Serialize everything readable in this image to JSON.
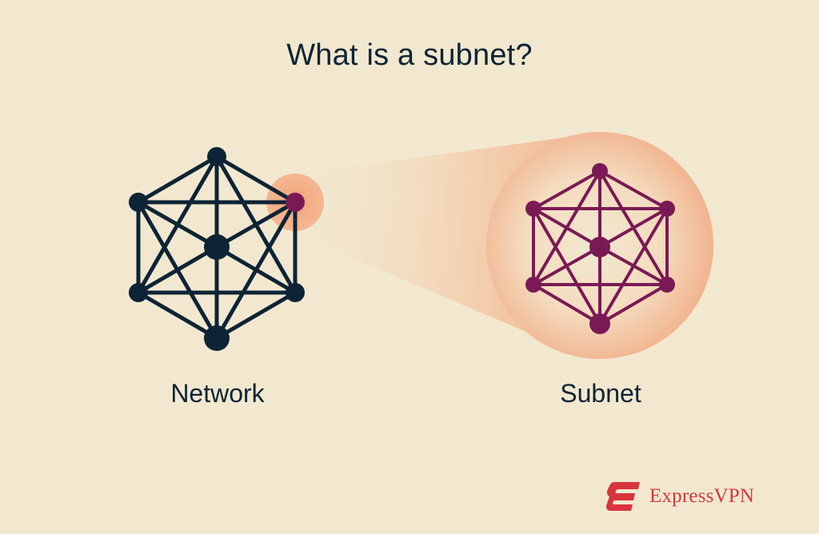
{
  "title": "What is a subnet?",
  "labels": {
    "network": "Network",
    "subnet": "Subnet"
  },
  "brand": {
    "name": "ExpressVPN"
  },
  "colors": {
    "background": "#f2e8cf",
    "network": "#0d2436",
    "subnet": "#7a1a55",
    "zoom": "#f0a97e",
    "brand": "#d8353e"
  },
  "icons": [
    "network-graph-icon",
    "subnet-graph-icon",
    "expressvpn-logo-icon"
  ]
}
